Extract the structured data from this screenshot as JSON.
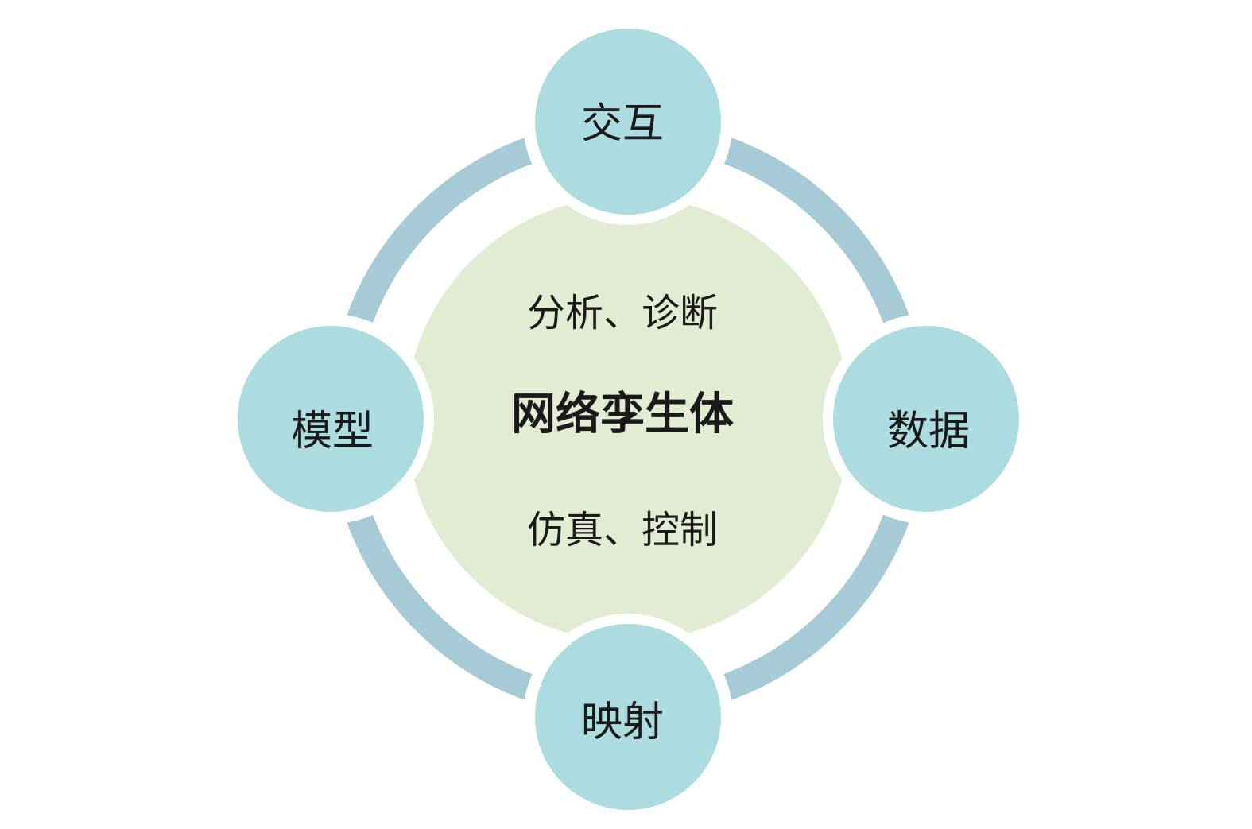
{
  "diagram": {
    "center": {
      "title": "网络孪生体",
      "top_text": "分析、诊断",
      "bottom_text": "仿真、控制"
    },
    "nodes": {
      "top": "交互",
      "right": "数据",
      "bottom": "映射",
      "left": "模型"
    },
    "colors": {
      "ring": "#a6cad6",
      "node_fill": "#acdbe0",
      "center_fill": "#e2ecd2",
      "text": "#1a1a1a"
    }
  }
}
